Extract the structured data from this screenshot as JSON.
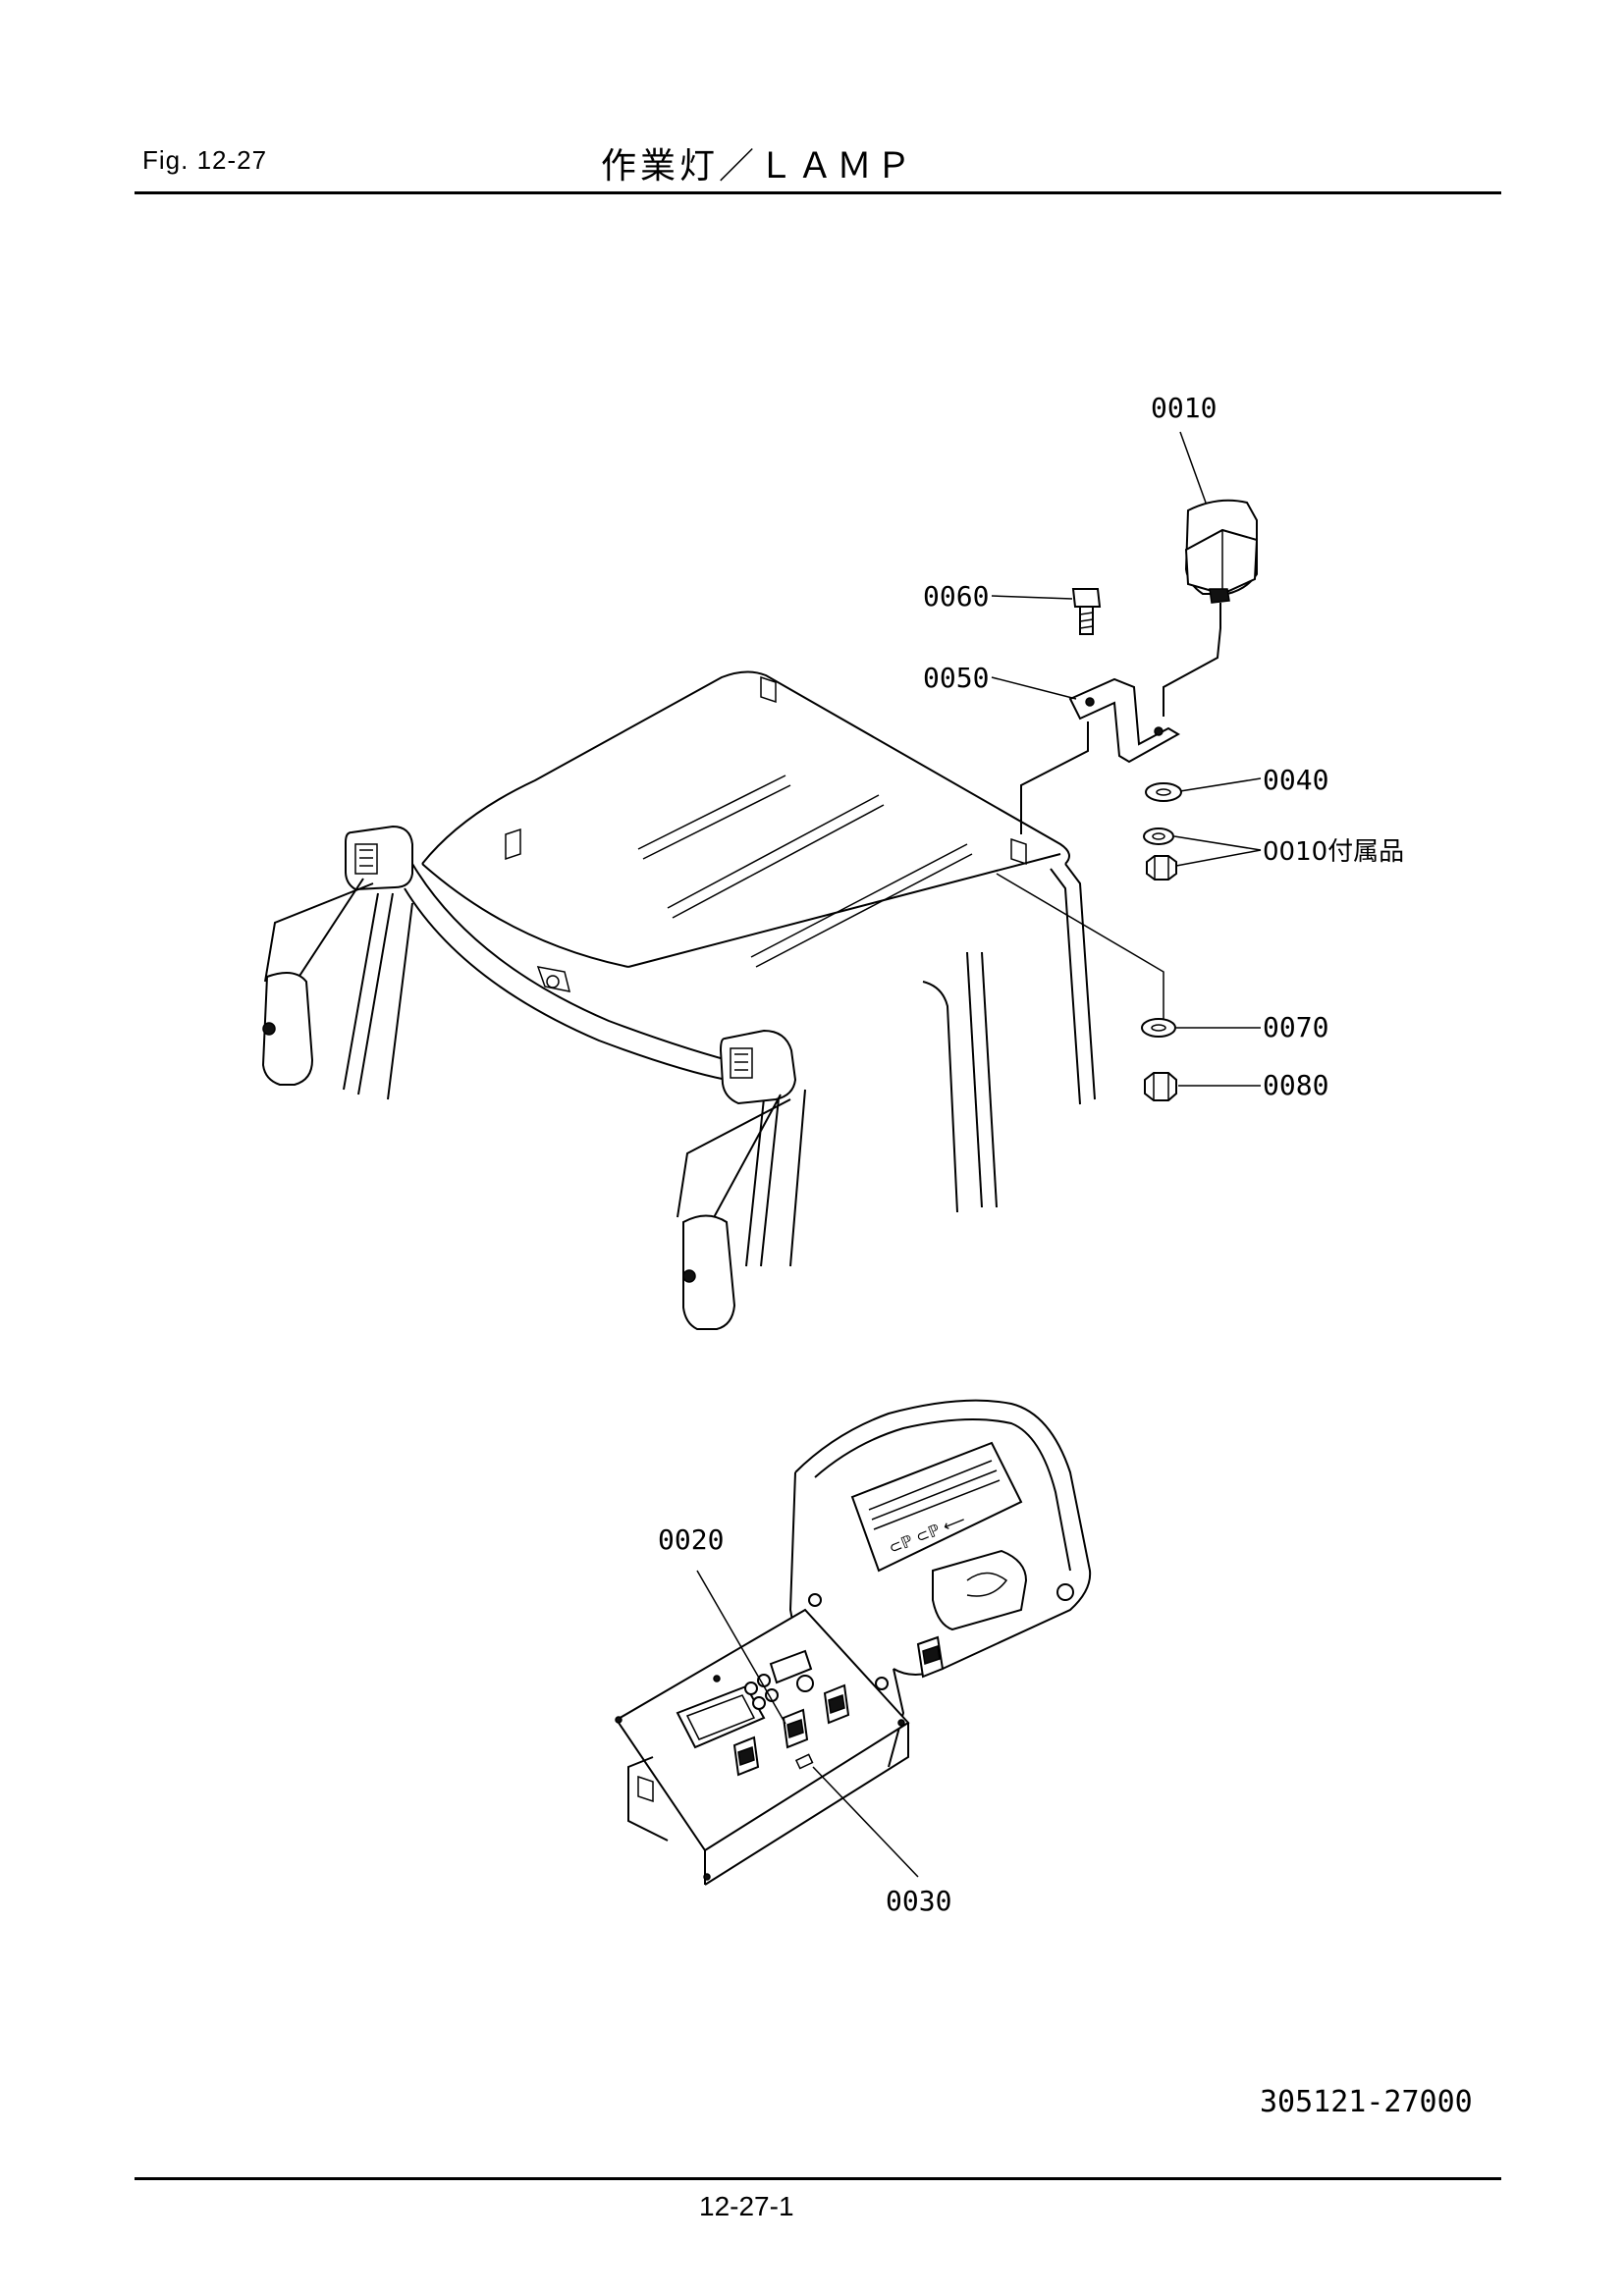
{
  "header": {
    "figure_label": "Fig.  12-27",
    "title": "作業灯／ＬＡＭＰ"
  },
  "callouts": {
    "p0010": "0010",
    "p0060": "0060",
    "p0050": "0050",
    "p0040": "0040",
    "p0010_acc": "0010付属品",
    "p0070": "0070",
    "p0080": "0080",
    "p0020": "0020",
    "p0030": "0030"
  },
  "footer": {
    "doc_number": "305121-27000",
    "page_number": "12-27-1"
  }
}
